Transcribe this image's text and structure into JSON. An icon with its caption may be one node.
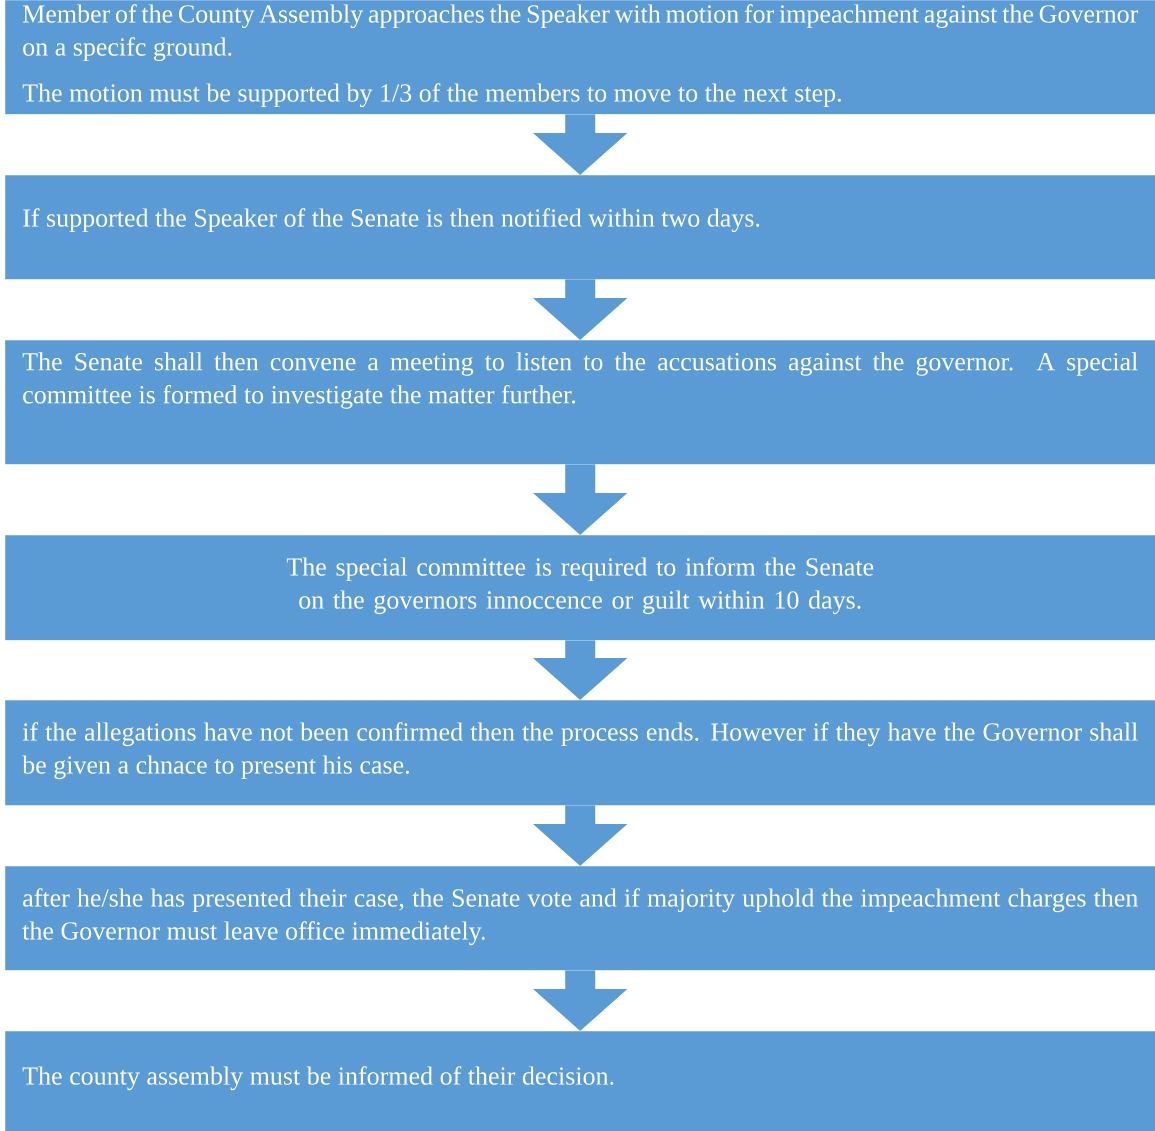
{
  "diagram": {
    "nodes": [
      {
        "text": [
          "Member of the County Assembly approaches the Speaker with motion for impeachment against the Governor on a specifc ground.",
          "The motion must be supported by 1/3 of the members to move to the next step."
        ]
      },
      {
        "text": [
          "If supported the Speaker of the Senate is then notified within two days."
        ]
      },
      {
        "text": [
          "The Senate shall then convene a meeting to listen to the accusations against the governor.  A special committee is formed to investigate the matter further."
        ]
      },
      {
        "text": [
          "The special committee is required to inform the Senate on the governors innoccence or guilt within 10 days."
        ]
      },
      {
        "text": [
          "if the allegations have not been confirmed then the process ends. However if they have the Governor shall be given a chnace to present his case."
        ]
      },
      {
        "text": [
          "after he/she has presented their case, the Senate vote and if majority uphold the impeachment charges then the Governor must leave office immediately."
        ]
      },
      {
        "text": [
          "The county assembly must be informed of their decision."
        ]
      }
    ],
    "edges": [
      {
        "from": 0,
        "to": 1,
        "arrow": "to"
      },
      {
        "from": 1,
        "to": 2,
        "arrow": "to"
      },
      {
        "from": 2,
        "to": 3,
        "arrow": "to"
      },
      {
        "from": 3,
        "to": 4,
        "arrow": "to"
      },
      {
        "from": 4,
        "to": 5,
        "arrow": "to"
      },
      {
        "from": 5,
        "to": 6,
        "arrow": "to"
      }
    ]
  }
}
